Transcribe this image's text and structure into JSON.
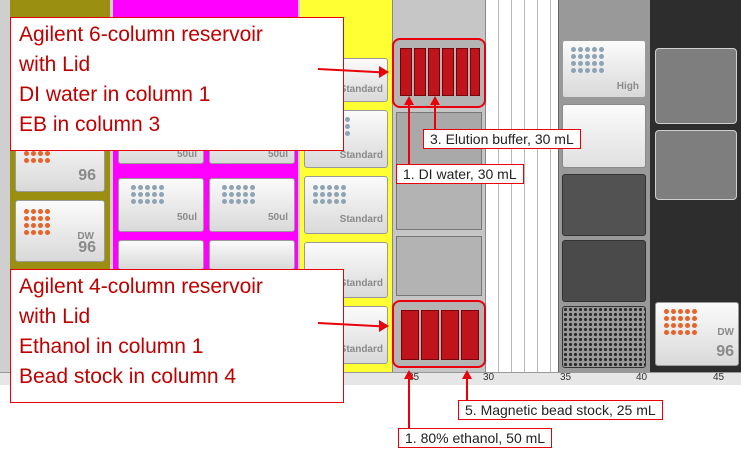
{
  "callouts": {
    "six_column": {
      "line1": "Agilent 6-column reservoir",
      "line2": "with Lid",
      "line3": "DI water in column 1",
      "line4": "EB in column 3"
    },
    "four_column": {
      "line1": "Agilent 4-column reservoir",
      "line2": "with Lid",
      "line3": "Ethanol in column 1",
      "line4": "Bead stock in column 4"
    }
  },
  "labels": {
    "elution_buffer": "3. Elution buffer, 30 mL",
    "di_water": "1. DI water, 30 mL",
    "bead_stock": "5. Magnetic bead stock, 25 mL",
    "ethanol": "1. 80% ethanol, 50 mL"
  },
  "axis_ticks": [
    "25",
    "30",
    "35",
    "40",
    "45"
  ],
  "plate_labels": {
    "p96": "96",
    "dw": "DW",
    "dw96": "96",
    "fifty_ul": "50ul",
    "standard": "Standard",
    "high": "High"
  },
  "colors": {
    "callout_border": "#e8000b",
    "reservoir_fill": "#c0141c",
    "magenta_lane": "#ff00ff",
    "yellow_lane": "#ffff33",
    "olive_lane": "#9a8f10",
    "orange_wells": "#e8622a",
    "blue_wells": "#8ea3b4"
  }
}
